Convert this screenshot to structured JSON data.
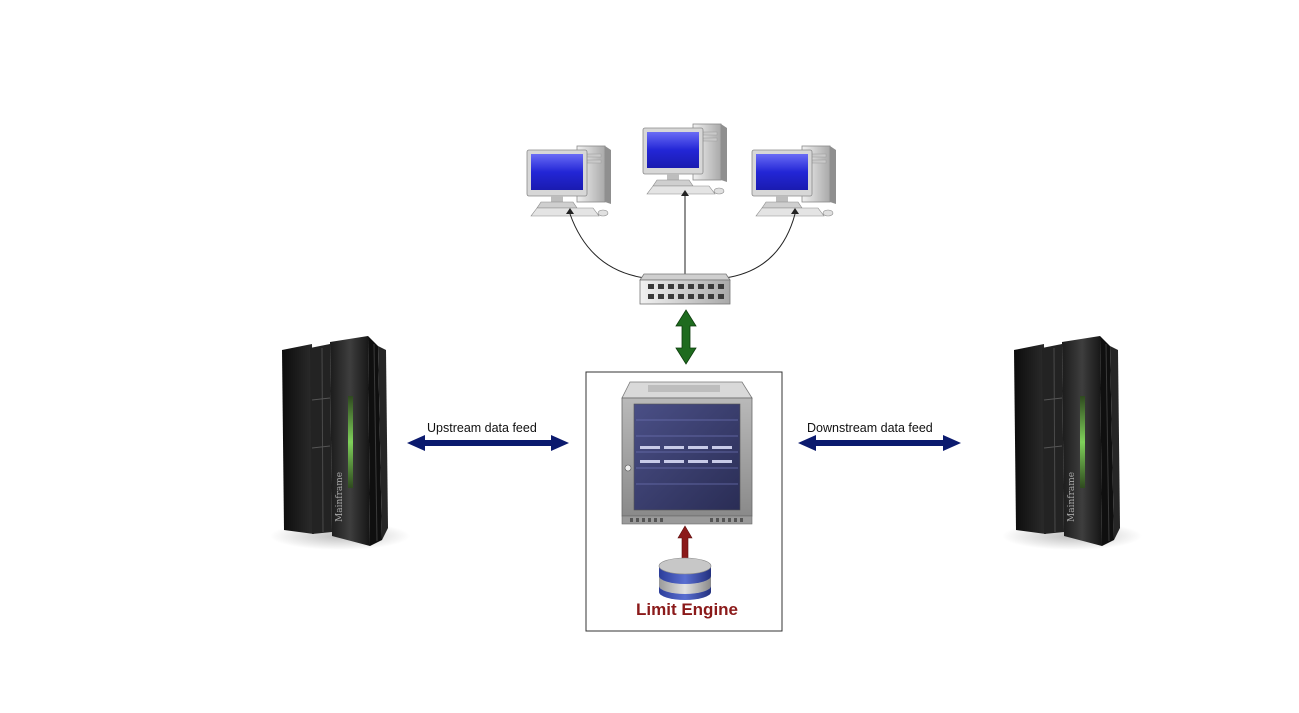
{
  "labels": {
    "upstream": "Upstream data feed",
    "downstream": "Downstream data feed",
    "engine": "Limit Engine",
    "mainframe_brand": "Mainframe"
  },
  "colors": {
    "feed_arrow": "#0b1a6e",
    "switch_arrow": "#1e6b1e",
    "storage_arrow": "#8b1a1a",
    "engine_title": "#8b1a1a",
    "monitor_screen": "#1f22c8"
  },
  "icons": {
    "workstation": "desktop-computer-icon",
    "switch": "network-switch-icon",
    "server": "server-rack-icon",
    "mainframe": "mainframe-icon",
    "storage": "database-icon"
  }
}
